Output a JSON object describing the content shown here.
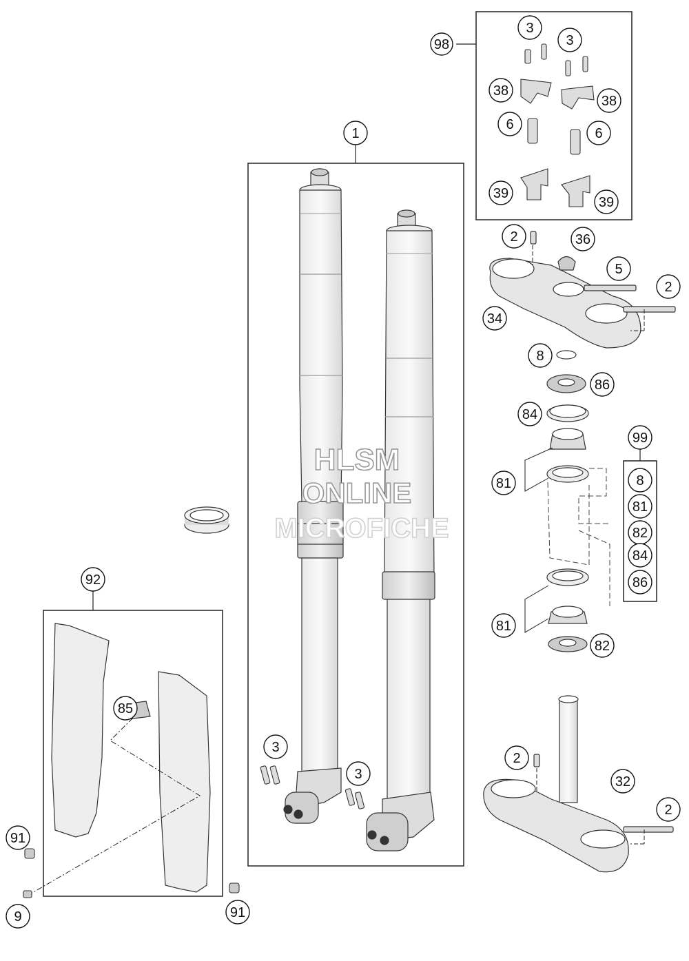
{
  "watermark": {
    "line1": "HLSM",
    "line2": "ONLINE",
    "line3": "MICROFICHE"
  },
  "callouts": [
    {
      "id": "c1",
      "label": "1"
    },
    {
      "id": "c98",
      "label": "98"
    },
    {
      "id": "c3a",
      "label": "3"
    },
    {
      "id": "c3b",
      "label": "3"
    },
    {
      "id": "c38a",
      "label": "38"
    },
    {
      "id": "c38b",
      "label": "38"
    },
    {
      "id": "c6a",
      "label": "6"
    },
    {
      "id": "c6b",
      "label": "6"
    },
    {
      "id": "c39a",
      "label": "39"
    },
    {
      "id": "c39b",
      "label": "39"
    },
    {
      "id": "c2a",
      "label": "2"
    },
    {
      "id": "c36",
      "label": "36"
    },
    {
      "id": "c5",
      "label": "5"
    },
    {
      "id": "c2b",
      "label": "2"
    },
    {
      "id": "c34",
      "label": "34"
    },
    {
      "id": "c8",
      "label": "8"
    },
    {
      "id": "c86",
      "label": "86"
    },
    {
      "id": "c84",
      "label": "84"
    },
    {
      "id": "c99",
      "label": "99"
    },
    {
      "id": "c81a",
      "label": "81"
    },
    {
      "id": "k8",
      "label": "8"
    },
    {
      "id": "k81",
      "label": "81"
    },
    {
      "id": "k82",
      "label": "82"
    },
    {
      "id": "k84",
      "label": "84"
    },
    {
      "id": "k86",
      "label": "86"
    },
    {
      "id": "c81b",
      "label": "81"
    },
    {
      "id": "c82",
      "label": "82"
    },
    {
      "id": "c92",
      "label": "92"
    },
    {
      "id": "c85",
      "label": "85"
    },
    {
      "id": "c3c",
      "label": "3"
    },
    {
      "id": "c3d",
      "label": "3"
    },
    {
      "id": "c2c",
      "label": "2"
    },
    {
      "id": "c32",
      "label": "32"
    },
    {
      "id": "c2d",
      "label": "2"
    },
    {
      "id": "c91a",
      "label": "91"
    },
    {
      "id": "c9",
      "label": "9"
    },
    {
      "id": "c91b",
      "label": "91"
    }
  ]
}
